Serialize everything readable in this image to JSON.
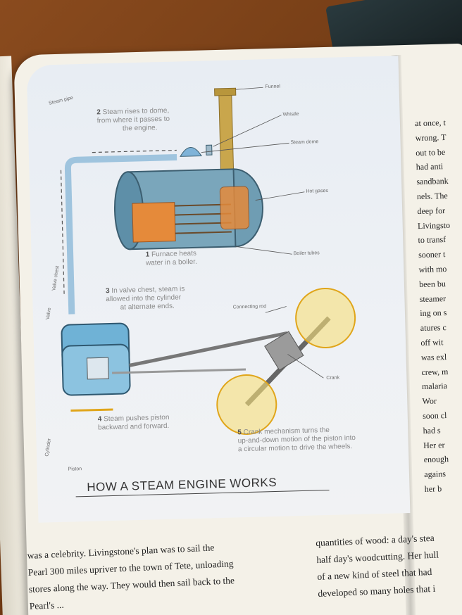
{
  "diagram": {
    "labels": {
      "steam_pipe": "Steam pipe",
      "funnel": "Funnel",
      "whistle": "Whistle",
      "steam_dome": "Steam dome",
      "hot_gases": "Hot gases",
      "boiler_tubes": "Boiler tubes",
      "valve_chest": "Valve chest",
      "valve": "Valve",
      "connecting_rod": "Connecting rod",
      "crank": "Crank",
      "cylinder": "Cylinder",
      "piston": "Piston"
    },
    "steps": [
      {
        "num": "2",
        "line1": "Steam rises to dome,",
        "line2": "from where it passes to",
        "line3": "the engine."
      },
      {
        "num": "1",
        "line1": "Furnace heats",
        "line2": "water in a boiler.",
        "line3": ""
      },
      {
        "num": "3",
        "line1": "In valve chest, steam is",
        "line2": "allowed into the cylinder",
        "line3": "at alternate ends."
      },
      {
        "num": "4",
        "line1": "Steam pushes piston",
        "line2": "backward and forward.",
        "line3": ""
      },
      {
        "num": "5",
        "line1": "Crank mechanism turns the",
        "line2": "up-and-down motion of the piston into",
        "line3": "a circular motion to drive the wheels."
      }
    ],
    "title": "HOW A STEAM ENGINE WORKS",
    "colors": {
      "steam": "#7fb3d8",
      "boiler": "#5e8fa8",
      "furnace": "#e58a3a",
      "funnel": "#c9a64c",
      "wheel": "#f1c22e"
    }
  },
  "right_column": [
    "at once, t",
    "wrong. T",
    "out to be",
    "had anti",
    "sandbank",
    "nels. The",
    "deep for",
    "Livingsto",
    "to transf",
    "sooner t",
    "with mo",
    "been bu",
    "steamer",
    "ing on s",
    "atures c",
    "off wit",
    "was exl",
    "crew, m",
    "malaria",
    "Wor",
    "soon cl",
    "had s",
    "Her er",
    "enough",
    "agains",
    "her b"
  ],
  "bottom_left": [
    "was a celebrity. Livingstone's plan was to sail the",
    "Pearl 300 miles upriver to the town of Tete, unloading",
    "stores along the way. They would then sail back to the",
    "Pearl's ..."
  ],
  "bottom_right": [
    "quantities of wood: a day's stea",
    "half day's woodcutting. Her hull",
    "of a new kind of steel that had",
    "developed so many holes that i"
  ]
}
